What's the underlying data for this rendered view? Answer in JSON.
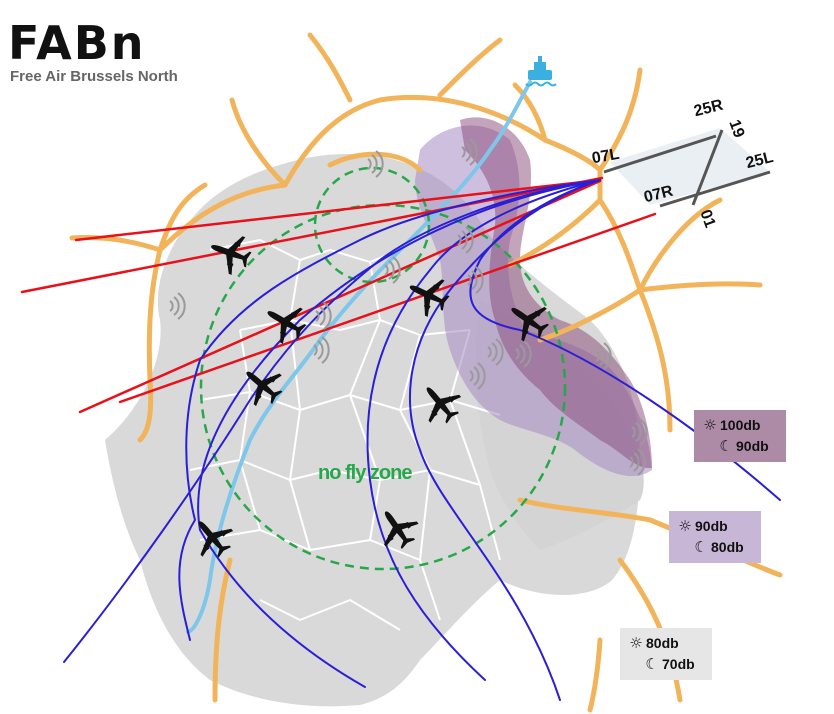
{
  "brand": {
    "title": "FABn",
    "subtitle": "Free Air Brussels North"
  },
  "map": {
    "no_fly_label": "no fly zone"
  },
  "runways": {
    "r07L": "07L",
    "r25R": "25R",
    "r19": "19",
    "r25L": "25L",
    "r07R": "07R",
    "r01": "01"
  },
  "legend": [
    {
      "day": "100db",
      "night": "90db",
      "color": "#ad8aa6"
    },
    {
      "day": "90db",
      "night": "80db",
      "color": "#c8b6d6"
    },
    {
      "day": "80db",
      "night": "70db",
      "color": "#e6e6e6"
    }
  ],
  "icons": {
    "day": "sun-icon",
    "night": "moon-icon",
    "ship": "ship-icon",
    "plane": "airplane-icon",
    "noise": "noise-wave-icon"
  },
  "colors": {
    "roads": "#f2b45a",
    "red_routes": "#e8101a",
    "blue_routes": "#2a1fd6",
    "river": "#7ec6ea",
    "no_fly_zone": "#26a84a",
    "city": "#d9d9d9"
  }
}
